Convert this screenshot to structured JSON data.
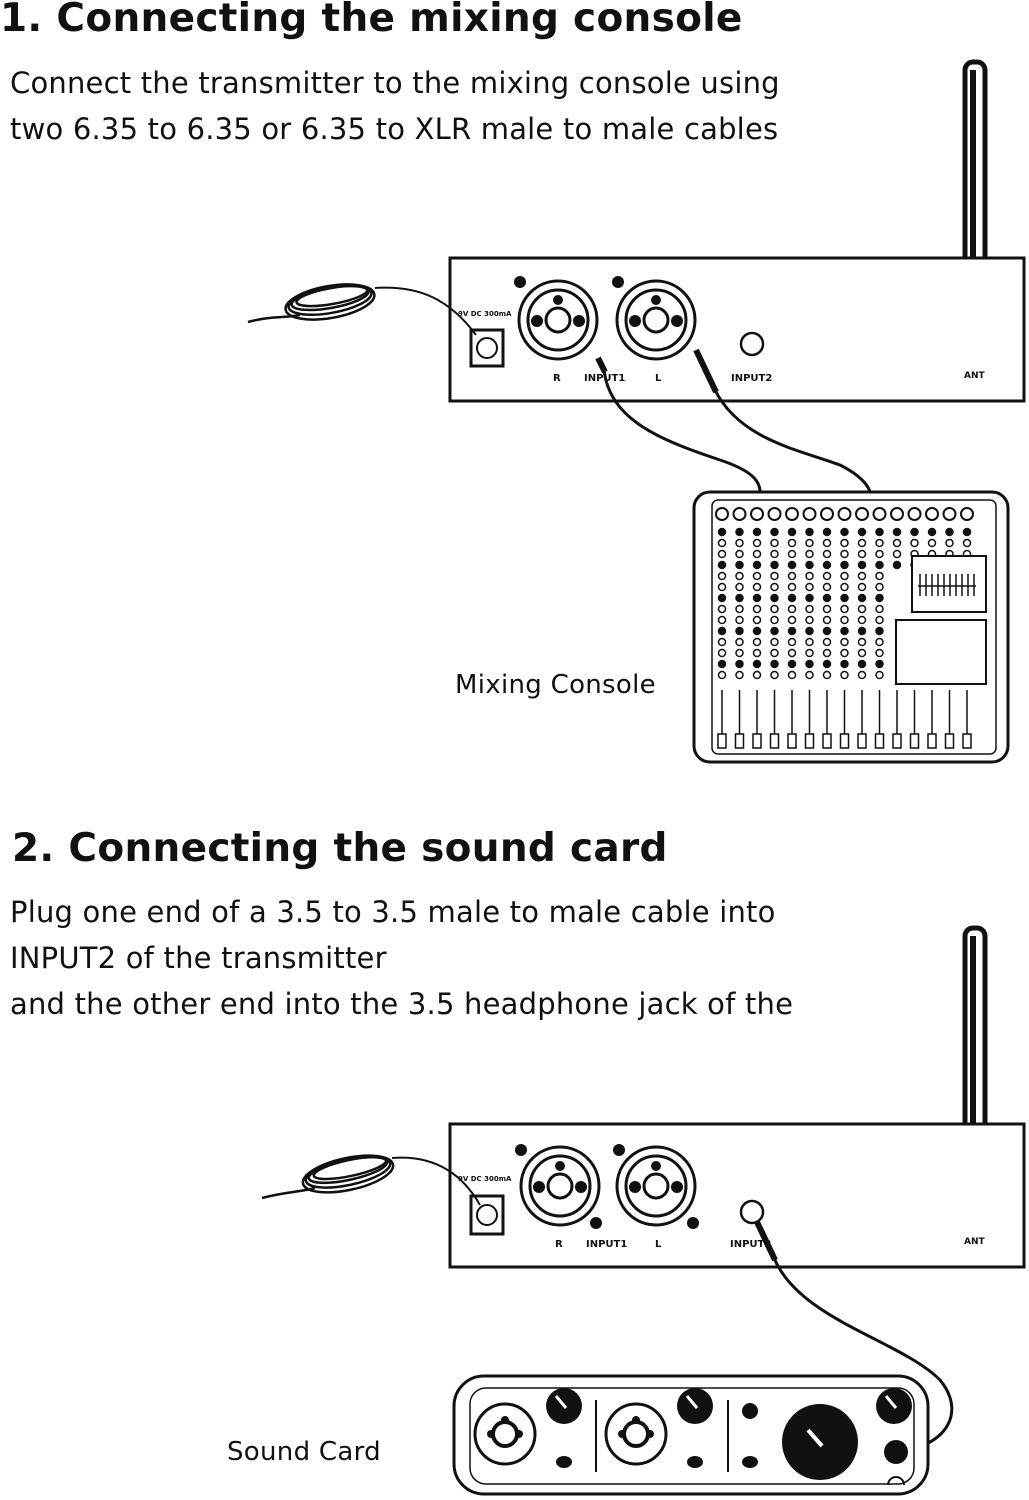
{
  "section1": {
    "heading": "1. Connecting the mixing console",
    "lines": [
      "Connect the transmitter to the mixing console using",
      "two 6.35 to 6.35 or 6.35 to XLR male to male cables"
    ],
    "device_caption": "Mixing Console",
    "transmitter": {
      "power_label": "9V DC 300mA",
      "r_label": "R",
      "input1_label": "INPUT1",
      "l_label": "L",
      "input2_label": "INPUT2",
      "ant_label": "ANT"
    }
  },
  "section2": {
    "heading": "2. Connecting the sound card",
    "lines": [
      "Plug one end of a 3.5 to 3.5 male to male cable into",
      "INPUT2 of the transmitter",
      "and the other end into the 3.5 headphone jack of the"
    ],
    "device_caption": "Sound Card",
    "transmitter": {
      "power_label": "9V DC 300mA",
      "r_label": "R",
      "input1_label": "INPUT1",
      "l_label": "L",
      "input2_label": "INPUT2",
      "ant_label": "ANT"
    }
  }
}
